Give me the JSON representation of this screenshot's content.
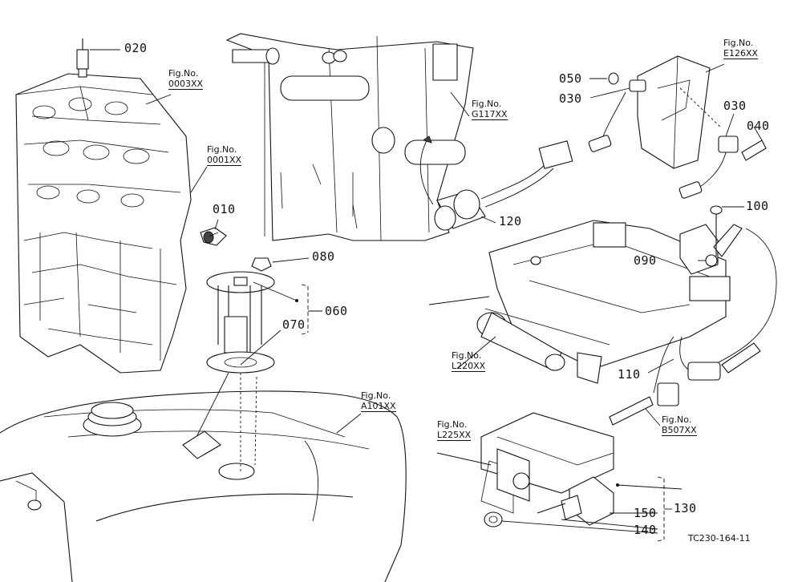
{
  "callouts": {
    "c020": "020",
    "c010": "010",
    "c080": "080",
    "c070": "070",
    "c060": "060",
    "c120": "120",
    "c050": "050",
    "c030a": "030",
    "c030b": "030",
    "c040": "040",
    "c100": "100",
    "c090": "090",
    "c110": "110",
    "c130": "130",
    "c150": "150",
    "c140": "140"
  },
  "figs": {
    "f0003": {
      "label": "Fig.No.",
      "id": "0003XX"
    },
    "f0001": {
      "label": "Fig.No.",
      "id": "0001XX"
    },
    "fG117": {
      "label": "Fig.No.",
      "id": "G117XX"
    },
    "fE126": {
      "label": "Fig.No.",
      "id": "E126XX"
    },
    "fA101": {
      "label": "Fig.No.",
      "id": "A101XX"
    },
    "fL220": {
      "label": "Fig.No.",
      "id": "L220XX"
    },
    "fB507": {
      "label": "Fig.No.",
      "id": "B507XX"
    },
    "fL225": {
      "label": "Fig.No.",
      "id": "L225XX"
    }
  },
  "drawing_code": "TC230-164-11"
}
